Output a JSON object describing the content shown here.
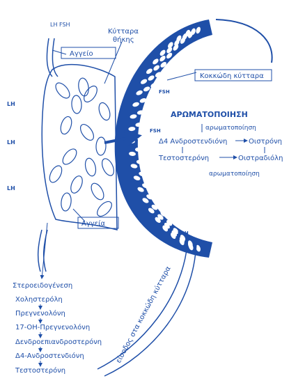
{
  "labels": {
    "lh_fsh_top": "LH  FSH",
    "theca_cells": [
      "Κύτταρα",
      "θήκης"
    ],
    "vessel": "Αγγείο",
    "granulosa_cells": "Κοκκώδη κύτταρα",
    "fsh_upper": "FSH",
    "aromatization_title": "ΑΡΩΜΑΤΟΠΟΙΗΣΗ",
    "fsh_mid": "FSH",
    "fsh_lower": "FSH",
    "lh_left": [
      "LH",
      "LH",
      "LH"
    ],
    "vessels": "Αγγεία",
    "entry_granulosa": "είσοδος στα κοκκώδη κύτταρα"
  },
  "aromatization": {
    "top_label": "αρωματοποίηση",
    "androstenedione": "Δ4 Ανδροστενδιόνη",
    "estrone": "Οιστρόνη",
    "testosterone": "Τεστοστερόνη",
    "estradiol": "Οιστραδιόλη",
    "bottom_label": "αρωματοποίηση"
  },
  "steroidogenesis": {
    "title": "Στεροειδογένεση",
    "steps": [
      "Χοληστερόλη",
      "Πρεγνενολόνη",
      "17-ΟΗ-Πρεγνενολόνη",
      "Δενδροεπιανδροστερόνη",
      "Δ4-Ανδροστενδιόνη",
      "Τεστοστερόνη"
    ]
  },
  "colors": {
    "ink": "#1f4fa8",
    "paper": "#ffffff"
  }
}
